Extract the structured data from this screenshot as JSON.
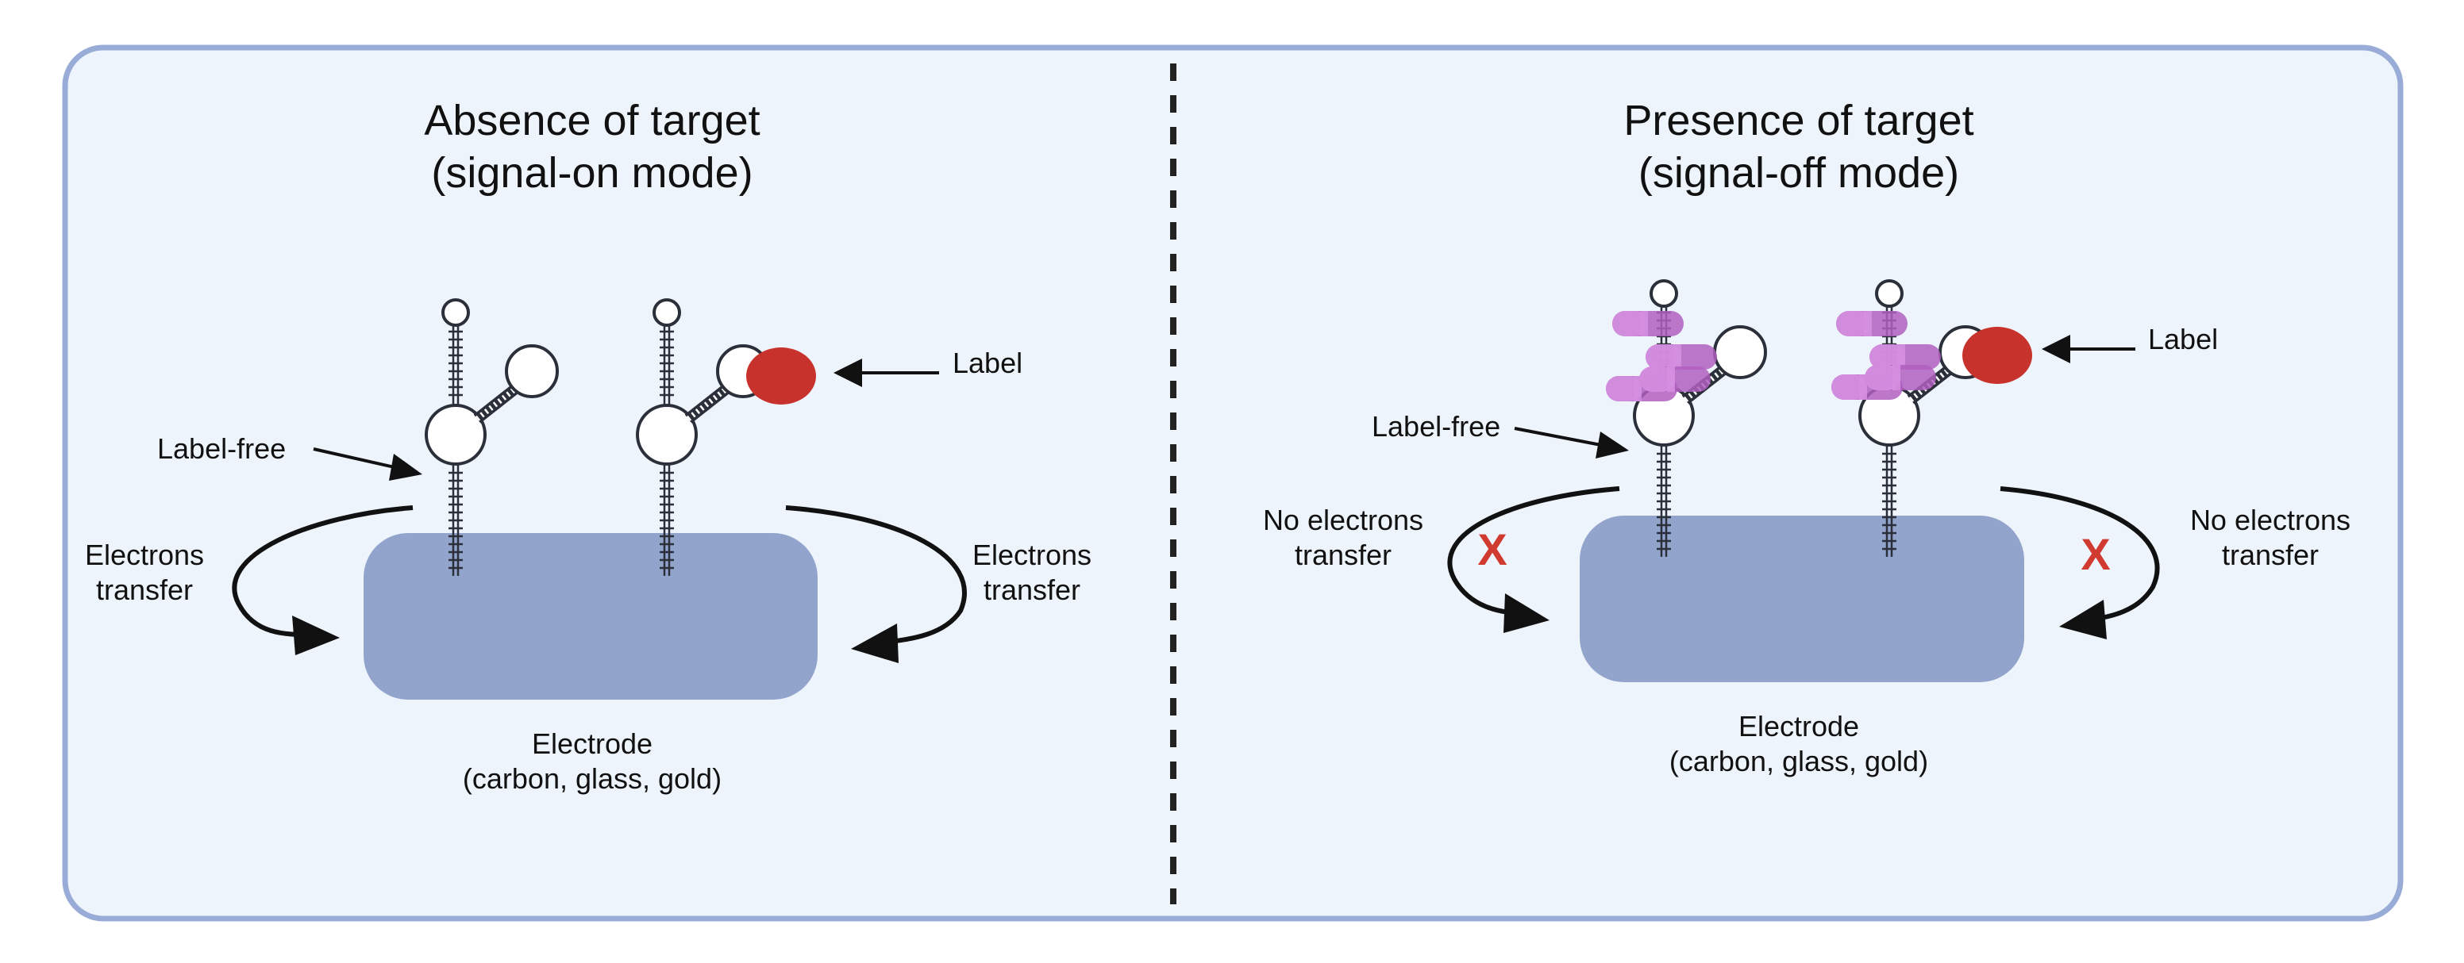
{
  "left_panel": {
    "title_line1": "Absence of target",
    "title_line2": "(signal-on mode)",
    "label_free": "Label-free",
    "label": "Label",
    "electrons_left_line1": "Electrons",
    "electrons_left_line2": "transfer",
    "electrons_right_line1": "Electrons",
    "electrons_right_line2": "transfer",
    "electrode_line1": "Electrode",
    "electrode_line2": "(carbon, glass, gold)"
  },
  "right_panel": {
    "title_line1": "Presence of target",
    "title_line2": "(signal-off mode)",
    "label_free": "Label-free",
    "label": "Label",
    "no_electrons_left_line1": "No electrons",
    "no_electrons_left_line2": "transfer",
    "no_electrons_right_line1": "No electrons",
    "no_electrons_right_line2": "transfer",
    "blocked_mark": "X",
    "electrode_line1": "Electrode",
    "electrode_line2": "(carbon, glass, gold)"
  },
  "colors": {
    "panel_border": "#99acd8",
    "panel_fill": "#eef4fb",
    "electrode": "#93a4cc",
    "label_dot": "#c8322c",
    "target_capsule": "#b361c2",
    "cross": "#d03a30"
  },
  "icons": {
    "aptamer": "aptamer-hairpin-icon",
    "target": "capsule-target-icon",
    "arrow": "curved-arrow-icon"
  }
}
